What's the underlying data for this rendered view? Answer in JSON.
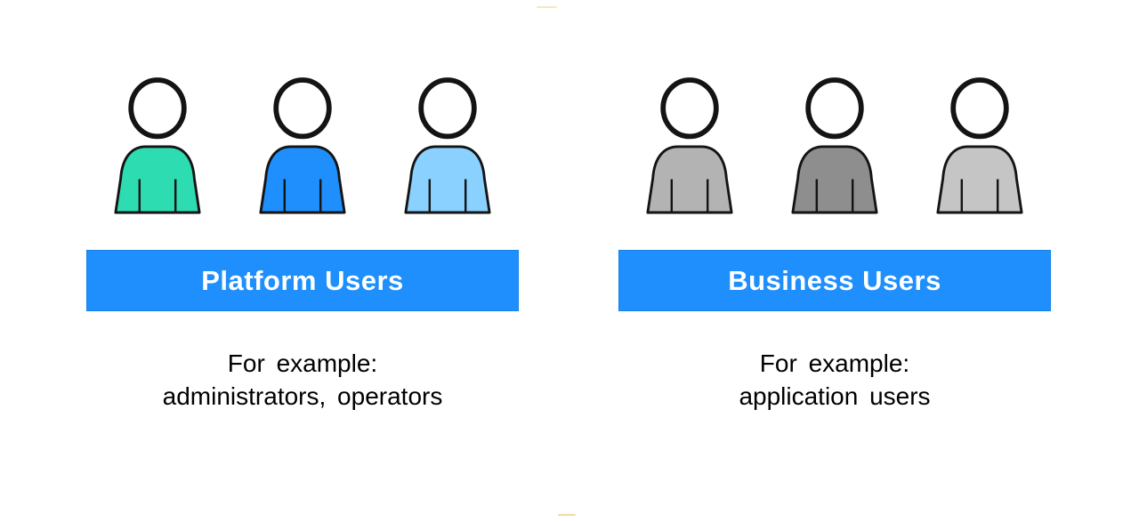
{
  "diagram": {
    "groups": [
      {
        "banner_label": "Platform Users",
        "description_line1": "For example:",
        "description_line2": "administrators, operators",
        "members": [
          {
            "icon": "person-icon",
            "shirt_color": "#2edcb1"
          },
          {
            "icon": "person-icon",
            "shirt_color": "#1e8ffc"
          },
          {
            "icon": "person-icon",
            "shirt_color": "#8ad1ff"
          }
        ]
      },
      {
        "banner_label": "Business Users",
        "description_line1": "For example:",
        "description_line2": "application users",
        "members": [
          {
            "icon": "person-icon",
            "shirt_color": "#b3b3b3"
          },
          {
            "icon": "person-icon",
            "shirt_color": "#8e8e8e"
          },
          {
            "icon": "person-icon",
            "shirt_color": "#c5c5c5"
          }
        ]
      }
    ],
    "colors": {
      "banner_background": "#1e8ffc",
      "banner_text": "#ffffff",
      "icon_outline": "#141414",
      "body_text": "#000000"
    }
  }
}
